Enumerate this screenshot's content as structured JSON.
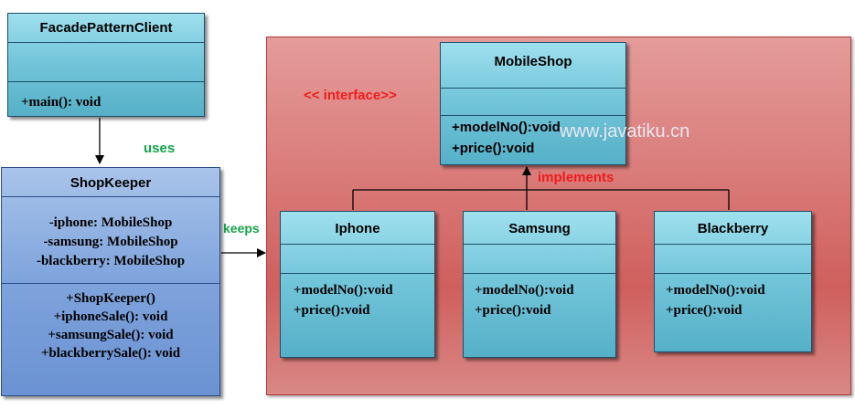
{
  "client": {
    "name": "FacadePatternClient",
    "operations": [
      "+main(): void"
    ]
  },
  "shopkeeper": {
    "name": "ShopKeeper",
    "attributes": [
      "-iphone: MobileShop",
      "-samsung: MobileShop",
      "-blackberry: MobileShop"
    ],
    "operations": [
      "+ShopKeeper()",
      "+iphoneSale(): void",
      "+samsungSale(): void",
      "+blackberrySale(): void"
    ]
  },
  "mobileshop": {
    "name": "MobileShop",
    "stereotype": "<< interface>>",
    "operations": [
      "+modelNo():void",
      "+price():void"
    ]
  },
  "implementations": [
    {
      "name": "Iphone",
      "operations": [
        "+modelNo():void",
        "+price():void"
      ]
    },
    {
      "name": "Samsung",
      "operations": [
        "+modelNo():void",
        "+price():void"
      ]
    },
    {
      "name": "Blackberry",
      "operations": [
        "+modelNo():void",
        "+price():void"
      ]
    }
  ],
  "labels": {
    "uses": "uses",
    "keeps": "keeps",
    "implements": "implements"
  },
  "watermark": "www.javatiku.cn",
  "colors": {
    "package_red": "#d97a78",
    "class_teal": "#74c6da",
    "class_blue": "#7ea3dc",
    "label_green": "#12a34a",
    "label_red": "#ee1c1c"
  }
}
